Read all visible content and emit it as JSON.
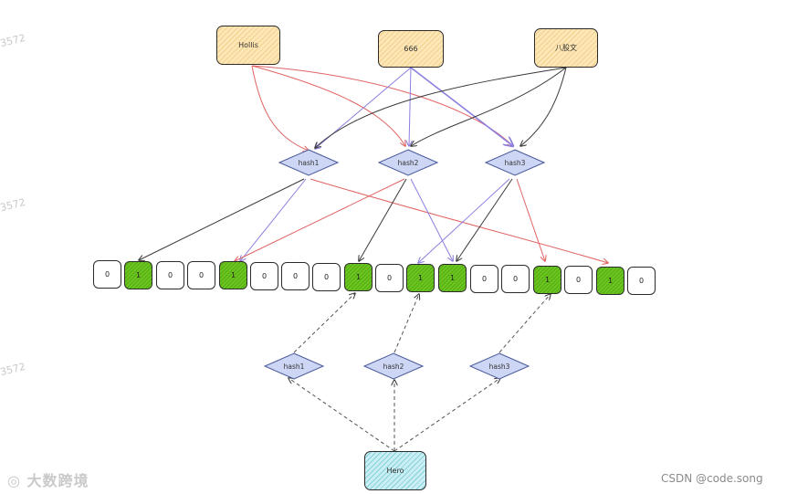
{
  "sources": [
    {
      "id": "hollis",
      "label": "Hollis"
    },
    {
      "id": "666",
      "label": "666"
    },
    {
      "id": "bagu",
      "label": "八股文"
    }
  ],
  "query": {
    "label": "Hero"
  },
  "hash_functions": [
    "hash1",
    "hash2",
    "hash3"
  ],
  "bit_array": [
    0,
    1,
    0,
    0,
    1,
    0,
    0,
    0,
    1,
    0,
    1,
    1,
    0,
    0,
    1,
    0,
    1,
    0
  ],
  "watermark": {
    "left_text": "3572",
    "logo_text": "大数跨境",
    "credit_text": "CSDN @code.song"
  },
  "colors": {
    "set_bit": "#6cc61e",
    "source_box": "#fde7b7",
    "query_box": "#c9eef3",
    "hash_diamond": "#cdd6f4",
    "arrow_red": "#e06464",
    "arrow_purple": "#8b7fe0",
    "arrow_dark": "#3a3a3a"
  }
}
